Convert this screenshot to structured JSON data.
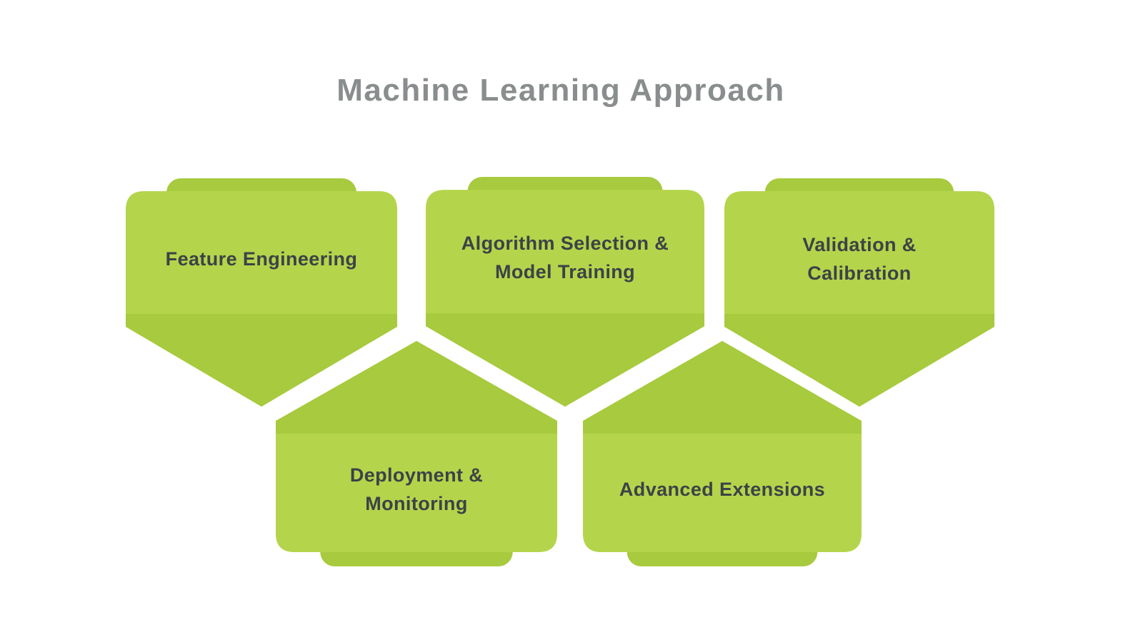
{
  "title": "Machine Learning Approach",
  "colors": {
    "body_green": "#b4d54b",
    "accent_green": "#a7ca3e",
    "title_gray": "#8a8d8e",
    "label_dark": "#3d4247"
  },
  "steps": [
    {
      "label": "Feature Engineering"
    },
    {
      "label": "Algorithm Selection &\nModel Training"
    },
    {
      "label": "Validation &\nCalibration"
    },
    {
      "label": "Deployment &\nMonitoring"
    },
    {
      "label": "Advanced Extensions"
    }
  ]
}
